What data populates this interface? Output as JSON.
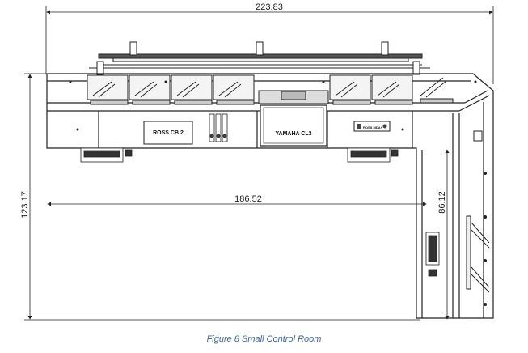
{
  "figure": {
    "caption": "Figure 8 Small Control Room",
    "dimensions": {
      "overall_width": "223.83",
      "overall_height": "123.17",
      "desk_length": "186.52",
      "return_length": "86.12"
    },
    "labels": {
      "console_left": "ROSS CB 2",
      "console_center": "YAMAHA CL3",
      "device_right": "ROSS MDA+"
    }
  }
}
